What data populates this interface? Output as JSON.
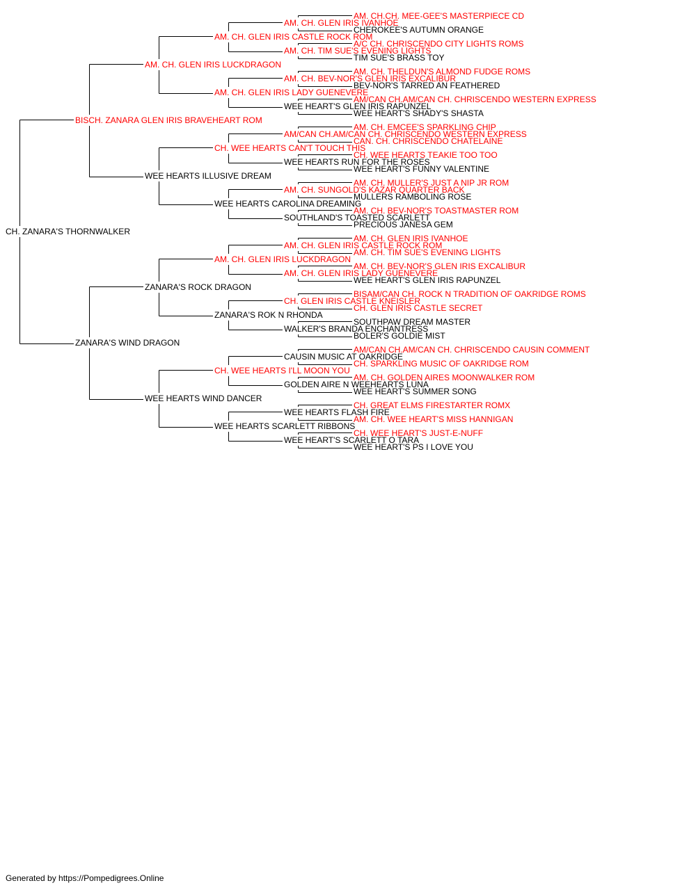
{
  "colors": {
    "champion": "#ff0000",
    "normal": "#000000",
    "line": "#000000"
  },
  "footer": "Generated by https://Pompedigrees.Online",
  "pedigree": [
    {
      "gen": 0,
      "name": "CH. ZANARA'S THORNWALKER",
      "champion": false
    },
    {
      "gen": 1,
      "name": "BISCH. ZANARA GLEN IRIS BRAVEHEART ROM",
      "champion": true
    },
    {
      "gen": 2,
      "name": "AM. CH. GLEN IRIS LUCKDRAGON",
      "champion": true
    },
    {
      "gen": 3,
      "name": "AM. CH. GLEN IRIS CASTLE ROCK ROM",
      "champion": true
    },
    {
      "gen": 4,
      "name": "AM. CH. GLEN IRIS IVANHOE",
      "champion": true
    },
    {
      "gen": 5,
      "name": "AM. CH.CH. MEE-GEE'S MASTERPIECE CD",
      "champion": true
    },
    {
      "gen": 5,
      "name": "CHEROKEE'S AUTUMN ORANGE",
      "champion": false
    },
    {
      "gen": 4,
      "name": "AM. CH. TIM SUE'S EVENING LIGHTS",
      "champion": true
    },
    {
      "gen": 5,
      "name": "A/C CH. CHRISCENDO CITY LIGHTS ROMS",
      "champion": true
    },
    {
      "gen": 5,
      "name": "TIM SUE'S BRASS TOY",
      "champion": false
    },
    {
      "gen": 3,
      "name": "AM. CH. GLEN IRIS LADY GUENEVERE",
      "champion": true
    },
    {
      "gen": 4,
      "name": "AM. CH. BEV-NOR'S GLEN IRIS EXCALIBUR",
      "champion": true
    },
    {
      "gen": 5,
      "name": "AM. CH. THELDUN'S ALMOND FUDGE ROMS",
      "champion": true
    },
    {
      "gen": 5,
      "name": "BEV-NOR'S TARRED AN FEATHERED",
      "champion": false
    },
    {
      "gen": 4,
      "name": "WEE HEART'S GLEN IRIS RAPUNZEL",
      "champion": false
    },
    {
      "gen": 5,
      "name": "AM/CAN CH.AM/CAN CH. CHRISCENDO WESTERN EXPRESS",
      "champion": true
    },
    {
      "gen": 5,
      "name": "WEE HEART'S SHADY'S SHASTA",
      "champion": false
    },
    {
      "gen": 2,
      "name": "WEE HEARTS ILLUSIVE DREAM",
      "champion": false
    },
    {
      "gen": 3,
      "name": "CH. WEE HEARTS CAN'T TOUCH THIS",
      "champion": true
    },
    {
      "gen": 4,
      "name": "AM/CAN CH.AM/CAN CH. CHRISCENDO WESTERN EXPRESS",
      "champion": true
    },
    {
      "gen": 5,
      "name": "AM. CH. EMCEE'S SPARKLING CHIP",
      "champion": true
    },
    {
      "gen": 5,
      "name": "CAN. CH. CHRISCENDO CHATELAINE",
      "champion": true
    },
    {
      "gen": 4,
      "name": "WEE HEARTS RUN FOR THE ROSES",
      "champion": false
    },
    {
      "gen": 5,
      "name": "CH. WEE HEARTS TEAKIE TOO TOO",
      "champion": true
    },
    {
      "gen": 5,
      "name": "WEE HEART'S FUNNY VALENTINE",
      "champion": false
    },
    {
      "gen": 3,
      "name": "WEE HEARTS CAROLINA DREAMING",
      "champion": false
    },
    {
      "gen": 4,
      "name": "AM. CH. SUNGOLD'S KAZAR QUARTER BACK",
      "champion": true
    },
    {
      "gen": 5,
      "name": "AM. CH. MULLER'S JUST A NIP JR ROM",
      "champion": true
    },
    {
      "gen": 5,
      "name": "MULLERS RAMBOLING ROSE",
      "champion": false
    },
    {
      "gen": 4,
      "name": "SOUTHLAND'S TOASTED SCARLETT",
      "champion": false
    },
    {
      "gen": 5,
      "name": "AM. CH. BEV-NOR'S TOASTMASTER ROM",
      "champion": true
    },
    {
      "gen": 5,
      "name": "PRECIOUS JANESA GEM",
      "champion": false
    },
    {
      "gen": 1,
      "name": "ZANARA'S WIND DRAGON",
      "champion": false
    },
    {
      "gen": 2,
      "name": "ZANARA'S ROCK DRAGON",
      "champion": false
    },
    {
      "gen": 3,
      "name": "AM. CH. GLEN IRIS LUCKDRAGON",
      "champion": true
    },
    {
      "gen": 4,
      "name": "AM. CH. GLEN IRIS CASTLE ROCK ROM",
      "champion": true
    },
    {
      "gen": 5,
      "name": "AM. CH. GLEN IRIS IVANHOE",
      "champion": true
    },
    {
      "gen": 5,
      "name": "AM. CH. TIM SUE'S EVENING LIGHTS",
      "champion": true
    },
    {
      "gen": 4,
      "name": "AM. CH. GLEN IRIS LADY GUENEVERE",
      "champion": true
    },
    {
      "gen": 5,
      "name": "AM. CH. BEV-NOR'S GLEN IRIS EXCALIBUR",
      "champion": true
    },
    {
      "gen": 5,
      "name": "WEE HEART'S GLEN IRIS RAPUNZEL",
      "champion": false
    },
    {
      "gen": 3,
      "name": "ZANARA'S ROK N RHONDA",
      "champion": false
    },
    {
      "gen": 4,
      "name": "CH. GLEN IRIS CASTLE KNEISLER",
      "champion": true
    },
    {
      "gen": 5,
      "name": "BISAM/CAN CH. ROCK N TRADITION OF OAKRIDGE ROMS",
      "champion": true
    },
    {
      "gen": 5,
      "name": "CH. GLEN IRIS CASTLE SECRET",
      "champion": true
    },
    {
      "gen": 4,
      "name": "WALKER'S BRANDA ENCHANTRESS",
      "champion": false
    },
    {
      "gen": 5,
      "name": "SOUTHPAW DREAM MASTER",
      "champion": false
    },
    {
      "gen": 5,
      "name": "BOLER'S GOLDIE MIST",
      "champion": false
    },
    {
      "gen": 2,
      "name": "WEE HEARTS WIND DANCER",
      "champion": false
    },
    {
      "gen": 3,
      "name": "CH. WEE HEARTS I'LL MOON YOU",
      "champion": true
    },
    {
      "gen": 4,
      "name": "CAUSIN MUSIC AT OAKRIDGE",
      "champion": false
    },
    {
      "gen": 5,
      "name": "AM/CAN CH.AM/CAN CH. CHRISCENDO CAUSIN COMMENT",
      "champion": true
    },
    {
      "gen": 5,
      "name": "CH. SPARKLING MUSIC OF OAKRIDGE ROM",
      "champion": true
    },
    {
      "gen": 4,
      "name": "GOLDEN AIRE N WEEHEARTS LUNA",
      "champion": false
    },
    {
      "gen": 5,
      "name": "AM. CH. GOLDEN AIRES MOONWALKER ROM",
      "champion": true
    },
    {
      "gen": 5,
      "name": "WEE HEART'S SUMMER SONG",
      "champion": false
    },
    {
      "gen": 3,
      "name": "WEE HEARTS SCARLETT RIBBONS",
      "champion": false
    },
    {
      "gen": 4,
      "name": "WEE HEARTS FLASH FIRE",
      "champion": false
    },
    {
      "gen": 5,
      "name": "CH. GREAT ELMS FIRESTARTER ROMX",
      "champion": true
    },
    {
      "gen": 5,
      "name": "AM. CH. WEE HEART'S MISS HANNIGAN",
      "champion": true
    },
    {
      "gen": 4,
      "name": "WEE HEART'S SCARLETT O TARA",
      "champion": false
    },
    {
      "gen": 5,
      "name": "CH. WEE HEART'S JUST-E-NUFF",
      "champion": true
    },
    {
      "gen": 5,
      "name": "WEE HEART'S PS I LOVE YOU",
      "champion": false
    }
  ]
}
